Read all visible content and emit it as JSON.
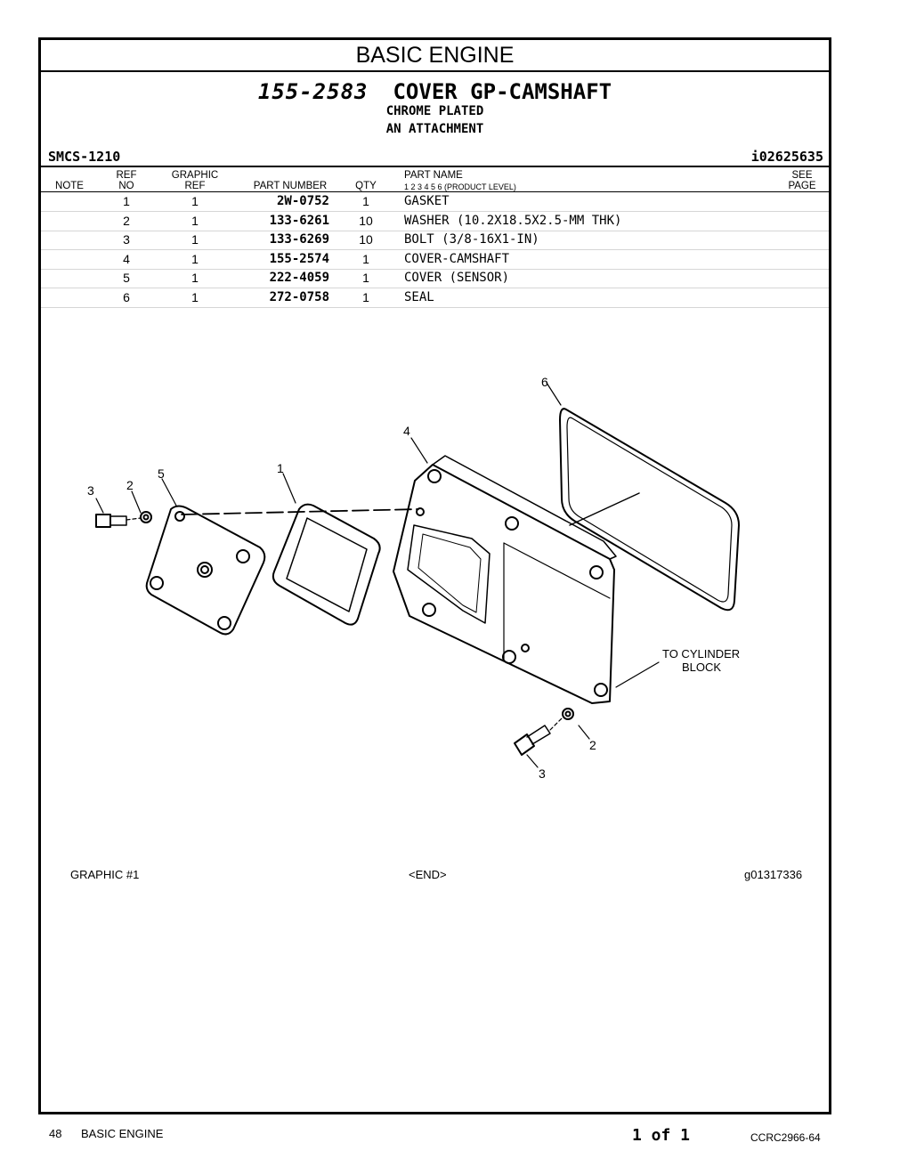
{
  "header": {
    "section": "BASIC ENGINE"
  },
  "title": {
    "number": "155-2583",
    "name": "COVER GP-CAMSHAFT",
    "sub1": "CHROME PLATED",
    "sub2": "AN ATTACHMENT"
  },
  "smcs": "SMCS-1210",
  "ref_id": "i02625635",
  "columns": {
    "note": "NOTE",
    "ref1": "REF",
    "ref2": "NO",
    "gr1": "GRAPHIC",
    "gr2": "REF",
    "part_number": "PART NUMBER",
    "qty": "QTY",
    "part_name": "PART NAME",
    "levels": "1    2    3    4    5    6     (PRODUCT LEVEL)",
    "see1": "SEE",
    "see2": "PAGE"
  },
  "rows": [
    {
      "ref": "1",
      "graphic": "1",
      "part": "2W-0752",
      "qty": "1",
      "name": "GASKET"
    },
    {
      "ref": "2",
      "graphic": "1",
      "part": "133-6261",
      "qty": "10",
      "name": "WASHER (10.2X18.5X2.5-MM THK)"
    },
    {
      "ref": "3",
      "graphic": "1",
      "part": "133-6269",
      "qty": "10",
      "name": "BOLT (3/8-16X1-IN)"
    },
    {
      "ref": "4",
      "graphic": "1",
      "part": "155-2574",
      "qty": "1",
      "name": "COVER-CAMSHAFT"
    },
    {
      "ref": "5",
      "graphic": "1",
      "part": "222-4059",
      "qty": "1",
      "name": "COVER (SENSOR)"
    },
    {
      "ref": "6",
      "graphic": "1",
      "part": "272-0758",
      "qty": "1",
      "name": "SEAL"
    }
  ],
  "drawing": {
    "callouts": {
      "c1": "1",
      "c2": "2",
      "c3": "3",
      "c4": "4",
      "c5": "5",
      "c6": "6"
    },
    "to_block_1": "TO CYLINDER",
    "to_block_2": "BLOCK"
  },
  "footer": {
    "graphic": "GRAPHIC #1",
    "end": "<END>",
    "gref": "g01317336"
  },
  "page": {
    "num": "48",
    "section": "BASIC ENGINE",
    "of": "1 of 1",
    "doc": "CCRC2966-64"
  }
}
